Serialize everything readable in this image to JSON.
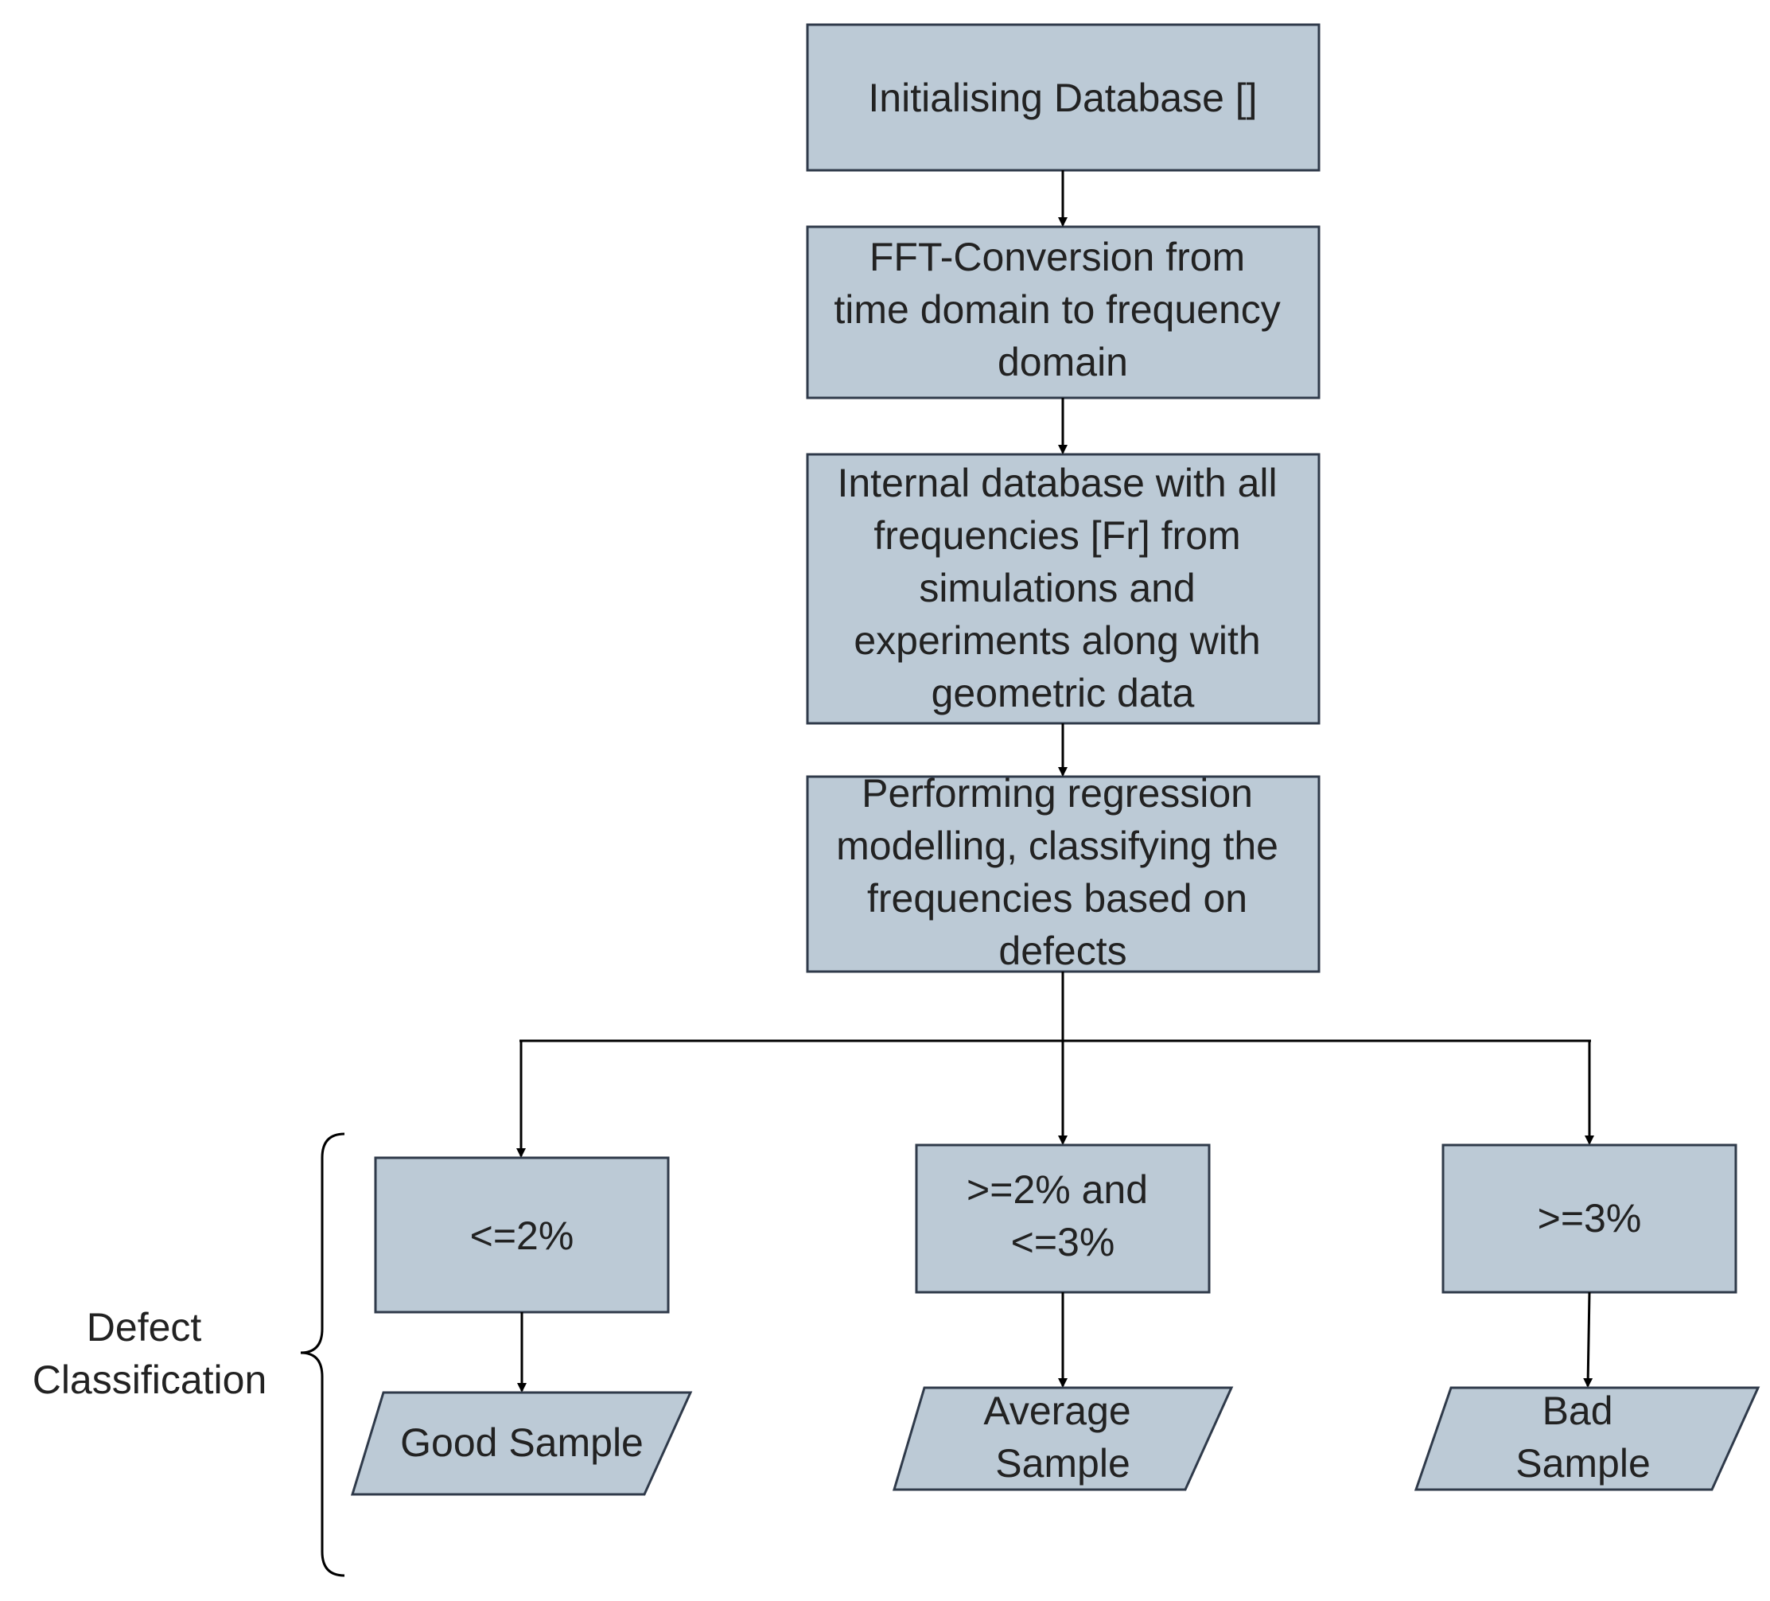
{
  "colors": {
    "box_fill": "#bccad6",
    "box_stroke": "#2f3a4a",
    "line": "#000000",
    "text": "#222222"
  },
  "flow": {
    "step1": [
      "Initialising Database []"
    ],
    "step2": [
      "FFT-Conversion from",
      "time domain to frequency",
      "domain"
    ],
    "step3": [
      "Internal database with all",
      "frequencies [Fr] from",
      "simulations and",
      "experiments along with",
      "geometric data"
    ],
    "step4": [
      "Performing regression",
      "modelling, classifying the",
      "frequencies based on",
      "defects"
    ]
  },
  "classes": [
    {
      "condition": [
        "<=2%"
      ],
      "result": [
        "Good Sample"
      ]
    },
    {
      "condition": [
        ">=2% and",
        "<=3%"
      ],
      "result": [
        "Average",
        "Sample"
      ]
    },
    {
      "condition": [
        ">=3%"
      ],
      "result": [
        "Bad",
        "Sample"
      ]
    }
  ],
  "group_label": [
    "Defect",
    "Classification"
  ]
}
